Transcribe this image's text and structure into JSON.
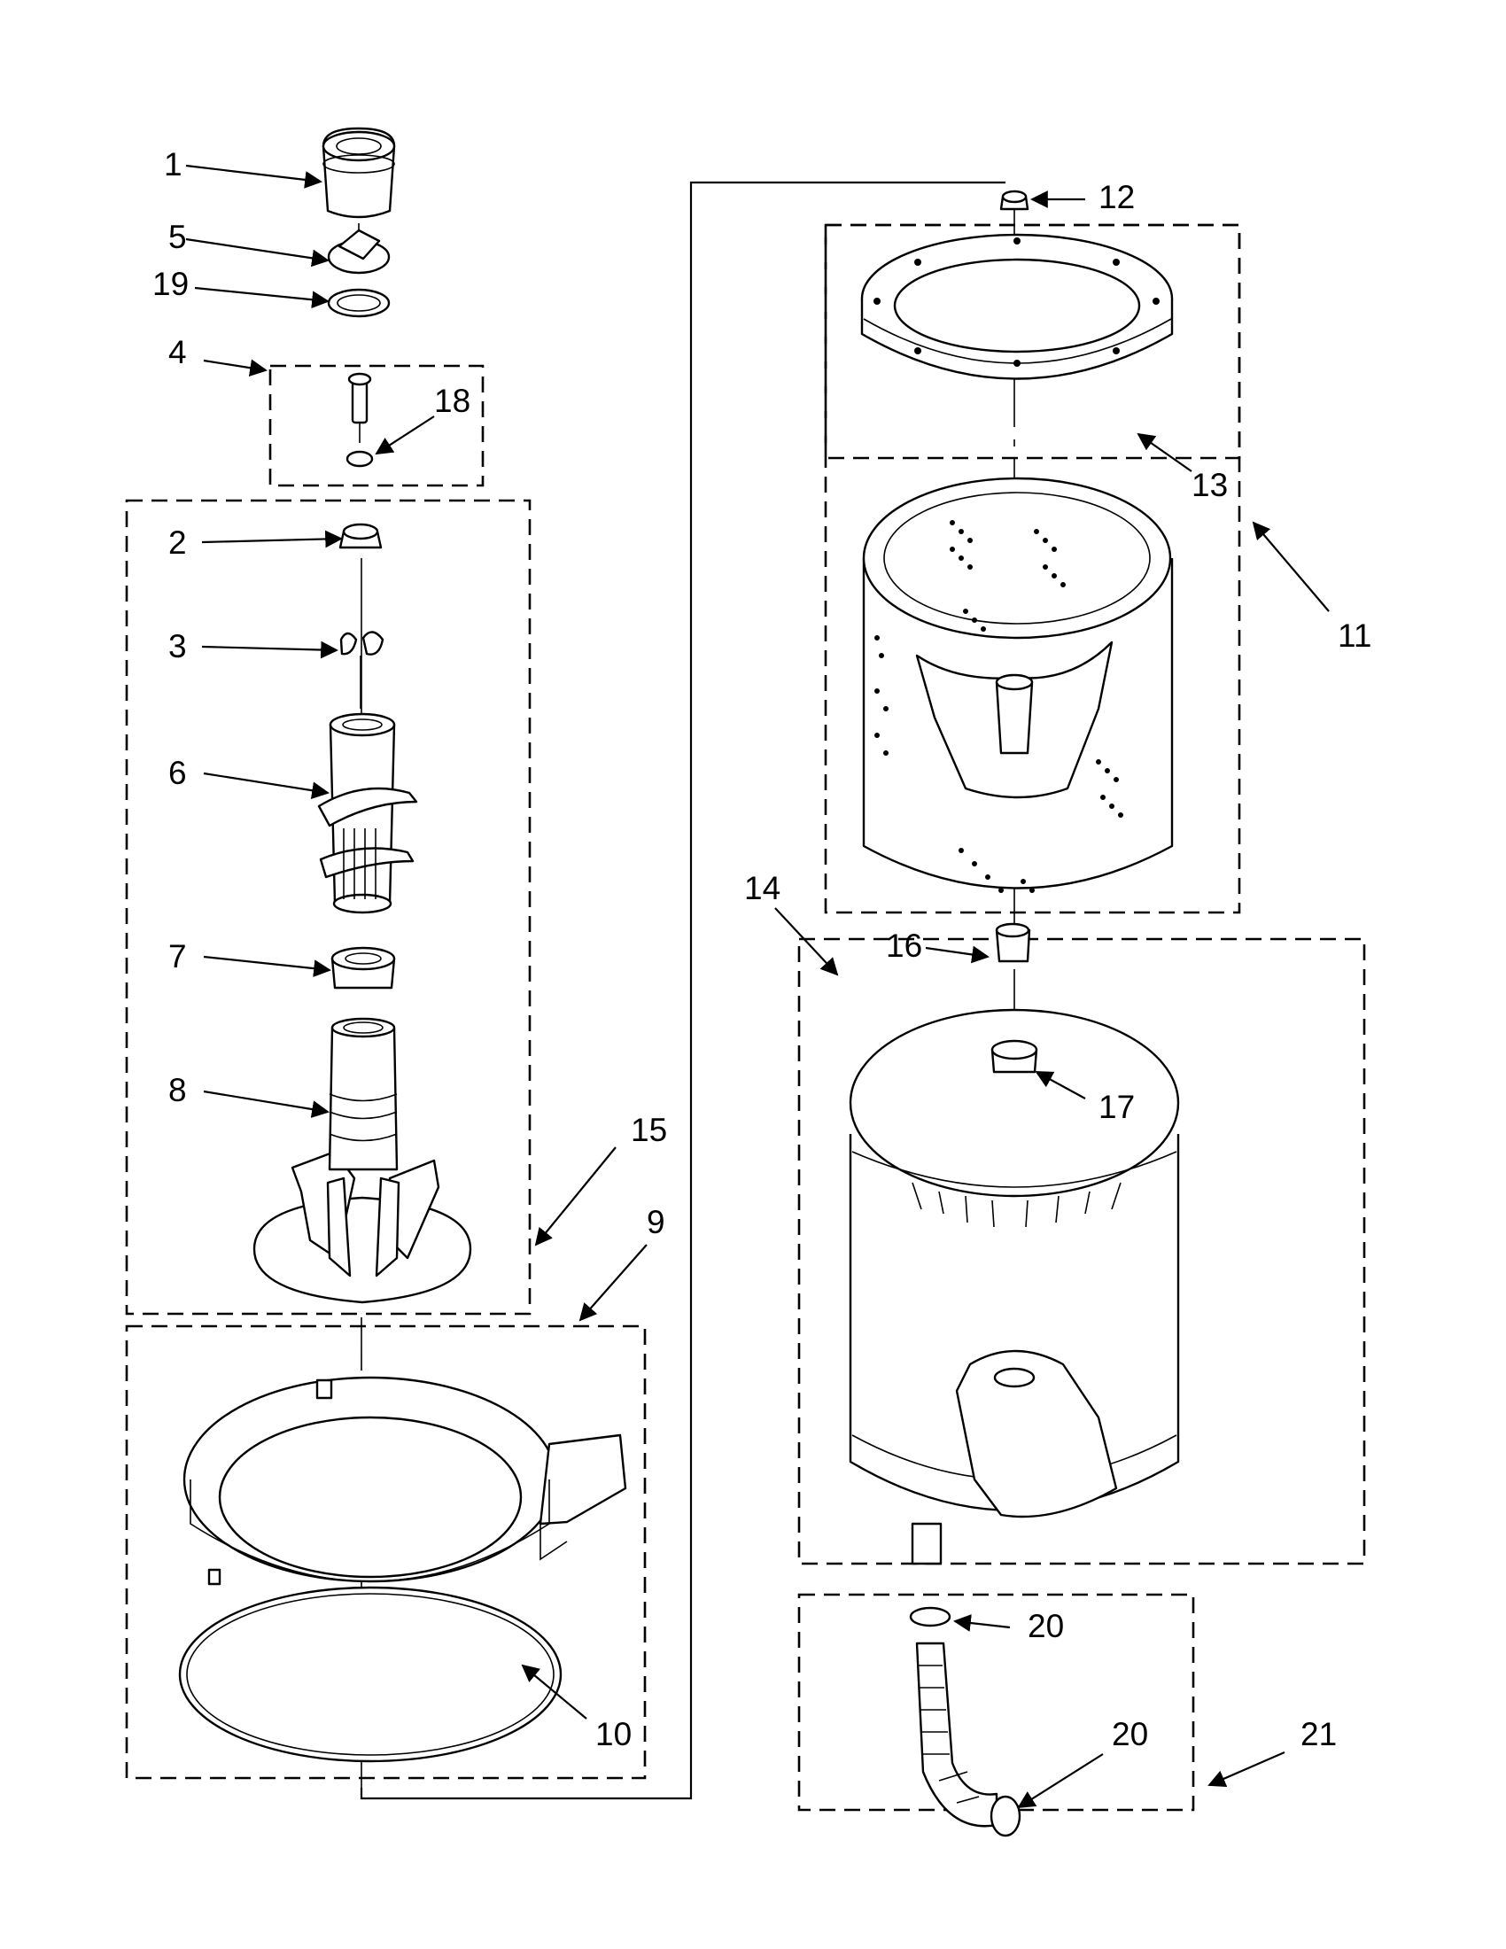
{
  "diagram": {
    "callouts": [
      {
        "id": "c1",
        "text": "1"
      },
      {
        "id": "c5",
        "text": "5"
      },
      {
        "id": "c19",
        "text": "19"
      },
      {
        "id": "c4",
        "text": "4"
      },
      {
        "id": "c18",
        "text": "18"
      },
      {
        "id": "c2",
        "text": "2"
      },
      {
        "id": "c3",
        "text": "3"
      },
      {
        "id": "c6",
        "text": "6"
      },
      {
        "id": "c7",
        "text": "7"
      },
      {
        "id": "c8",
        "text": "8"
      },
      {
        "id": "c15",
        "text": "15"
      },
      {
        "id": "c9",
        "text": "9"
      },
      {
        "id": "c10",
        "text": "10"
      },
      {
        "id": "c12",
        "text": "12"
      },
      {
        "id": "c13",
        "text": "13"
      },
      {
        "id": "c11",
        "text": "11"
      },
      {
        "id": "c14",
        "text": "14"
      },
      {
        "id": "c16",
        "text": "16"
      },
      {
        "id": "c17",
        "text": "17"
      },
      {
        "id": "c20a",
        "text": "20"
      },
      {
        "id": "c20b",
        "text": "20"
      },
      {
        "id": "c21",
        "text": "21"
      }
    ]
  }
}
